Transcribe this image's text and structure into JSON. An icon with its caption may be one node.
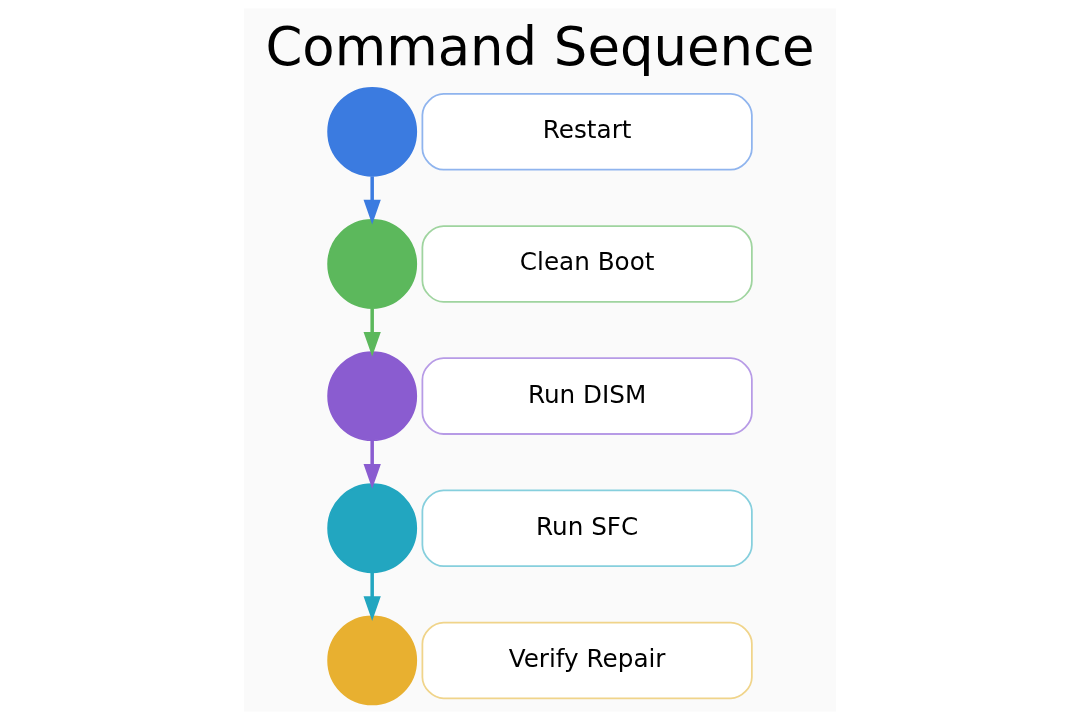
{
  "diagram": {
    "title": "Command Sequence",
    "nodes": [
      {
        "text": [],
        "shape": "circle"
      },
      {
        "text": [
          "Restart"
        ]
      },
      {
        "text": [],
        "shape": "circle"
      },
      {
        "text": [
          "Clean Boot"
        ]
      },
      {
        "text": [],
        "shape": "circle"
      },
      {
        "text": [
          "Run DISM"
        ]
      },
      {
        "text": [],
        "shape": "circle"
      },
      {
        "text": [
          "Run SFC"
        ]
      },
      {
        "text": [],
        "shape": "circle"
      },
      {
        "text": [
          "Verify Repair"
        ]
      }
    ],
    "edges": [
      {
        "from": 0,
        "to": 2,
        "arrow": "to",
        "color": "#3b7be0"
      },
      {
        "from": 2,
        "to": 4,
        "arrow": "to",
        "color": "#5cb85c"
      },
      {
        "from": 4,
        "to": 6,
        "arrow": "to",
        "color": "#8a5cd0"
      },
      {
        "from": 6,
        "to": 8,
        "arrow": "to",
        "color": "#22a6c0"
      }
    ]
  }
}
